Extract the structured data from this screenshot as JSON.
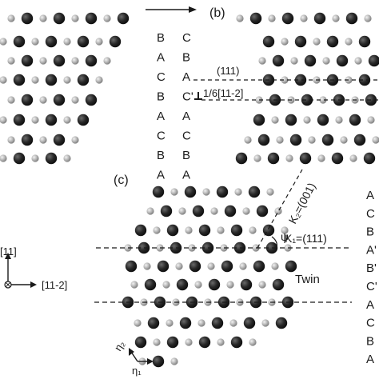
{
  "panel_b": {
    "label": "(b)",
    "left_column": [
      "B",
      "A",
      "C",
      "B",
      "A",
      "C",
      "B",
      "A"
    ],
    "right_column": [
      "C",
      "B",
      "A",
      "C'",
      "A",
      "C",
      "B",
      "A"
    ],
    "plane_label": "(111)",
    "dislocation_label": "1/6[11-2]"
  },
  "panel_c": {
    "label": "(c)",
    "stacking_column": [
      "A",
      "C",
      "B",
      "A'",
      "B'",
      "C'",
      "A",
      "C",
      "B",
      "A"
    ],
    "k1_label": "K₁=(111)",
    "k2_label": "K₂=(001)",
    "psi_label": "ψ",
    "twin_label": "Twin",
    "eta1_label": "η₁",
    "eta2_label": "η₂"
  },
  "axes": {
    "vertical_label": "[11]",
    "horizontal_label": "[11-2]"
  },
  "colors": {
    "dark_atom": "#1e1e1e",
    "light_atom": "#a8a8a8",
    "line": "#1a1a1a"
  }
}
